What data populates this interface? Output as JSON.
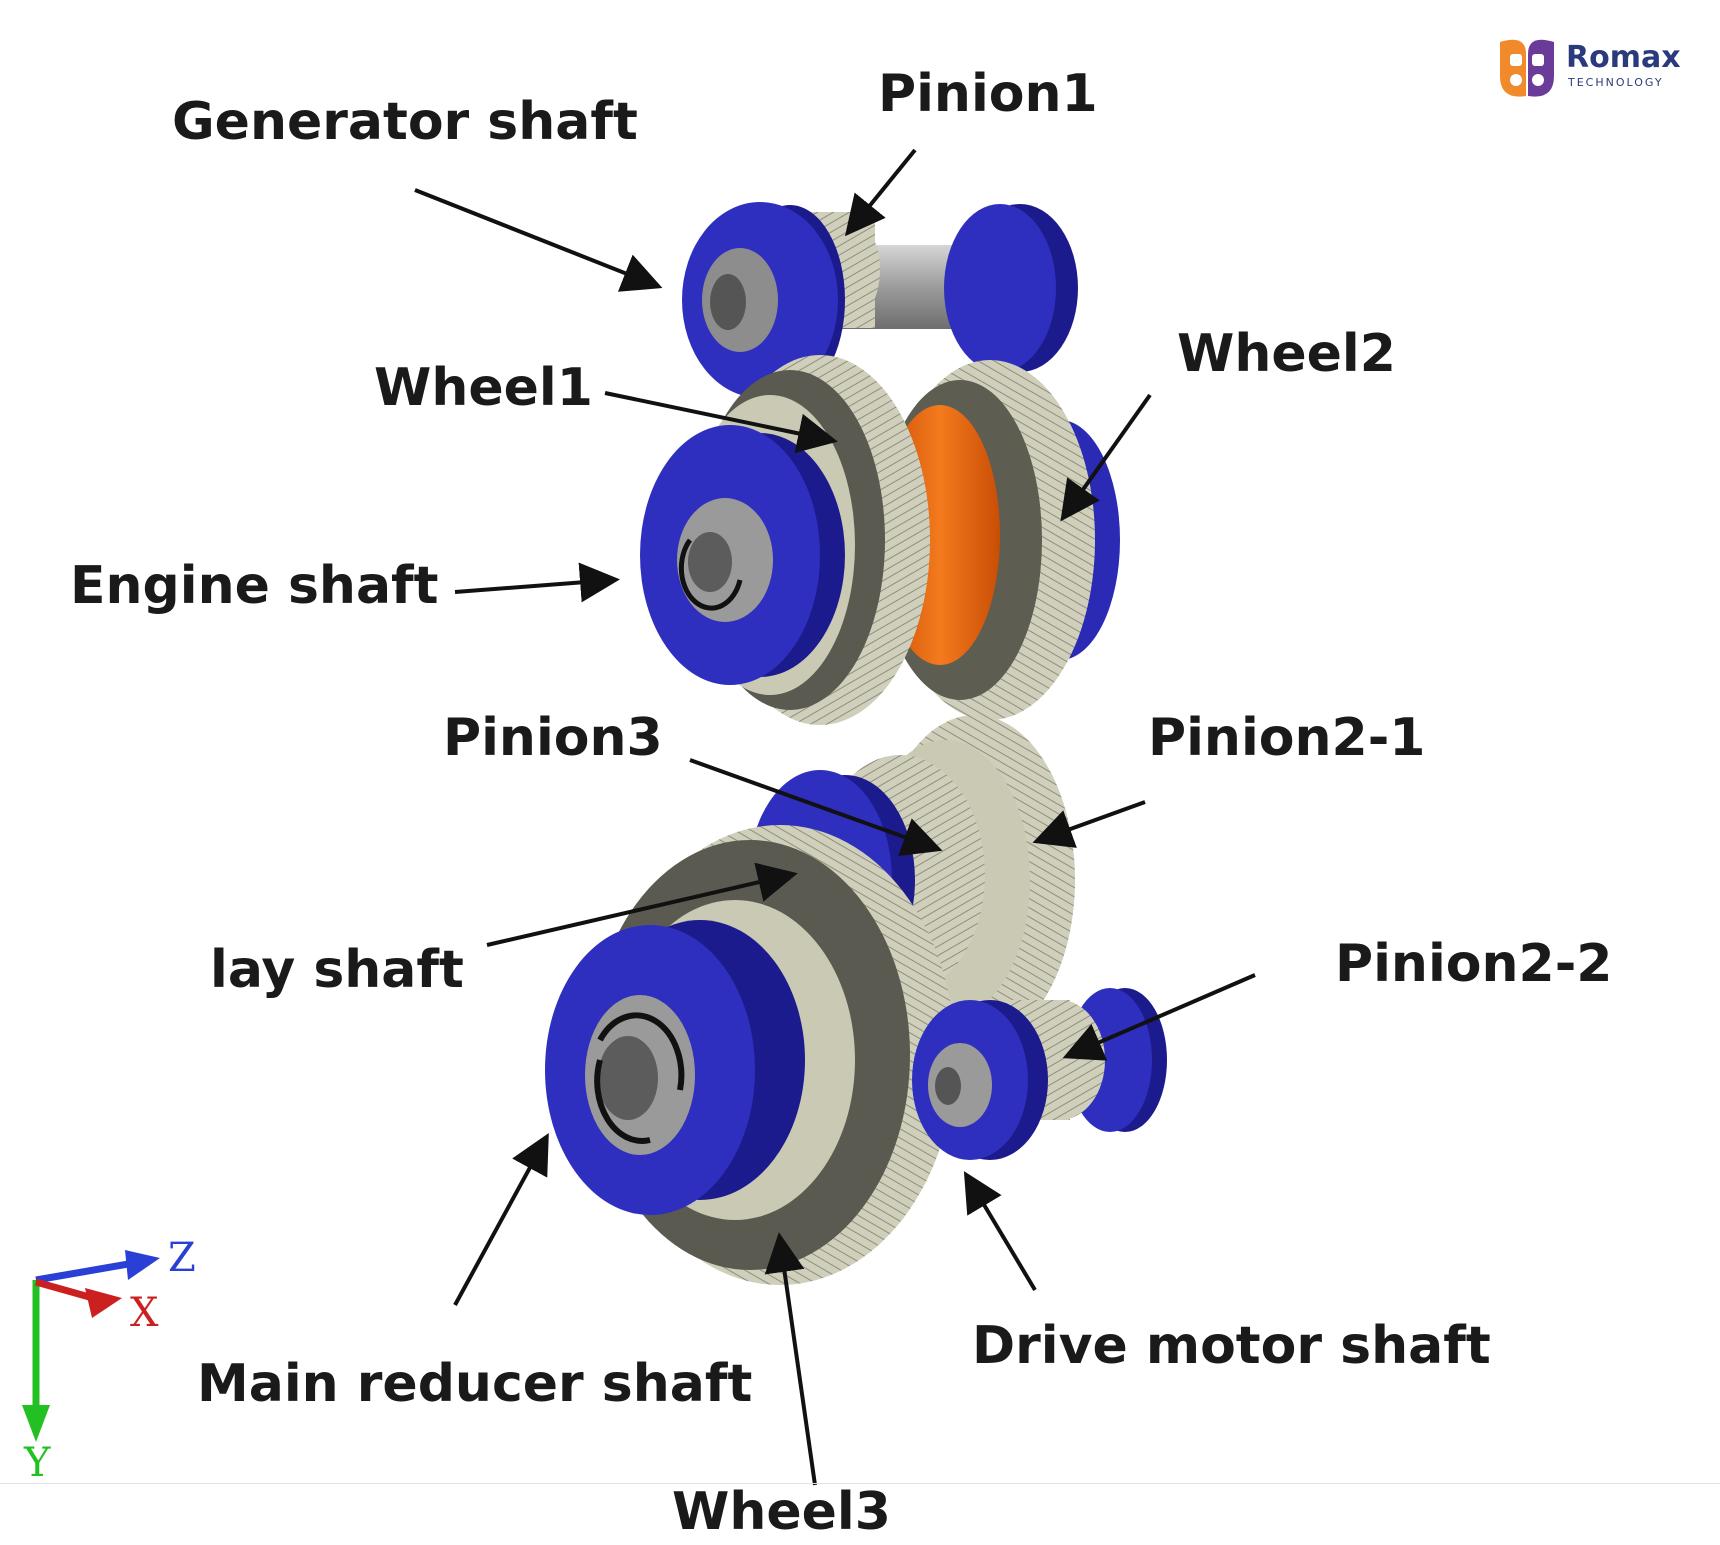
{
  "labels": {
    "generator_shaft": "Generator shaft",
    "pinion1": "Pinion1",
    "wheel1": "Wheel1",
    "wheel2": "Wheel2",
    "engine_shaft": "Engine shaft",
    "pinion3": "Pinion3",
    "pinion2_1": "Pinion2-1",
    "lay_shaft": "lay shaft",
    "pinion2_2": "Pinion2-2",
    "main_reducer_shaft": "Main reducer shaft",
    "drive_motor_shaft": "Drive motor shaft",
    "wheel3": "Wheel3"
  },
  "logo": {
    "name": "Romax",
    "subtitle": "TECHNOLOGY"
  },
  "axes": {
    "z": "Z",
    "x": "X",
    "y": "Y"
  },
  "colors": {
    "bearing_blue": "#2a2ab5",
    "gear_tan": "#c9c9b4",
    "gear_hub": "#5a5a50",
    "shaft_grey": "#a9a9a9",
    "orange_clutch": "#f26a10",
    "axis_z": "#2a3fd6",
    "axis_x": "#cc2020",
    "axis_y": "#22c022"
  }
}
